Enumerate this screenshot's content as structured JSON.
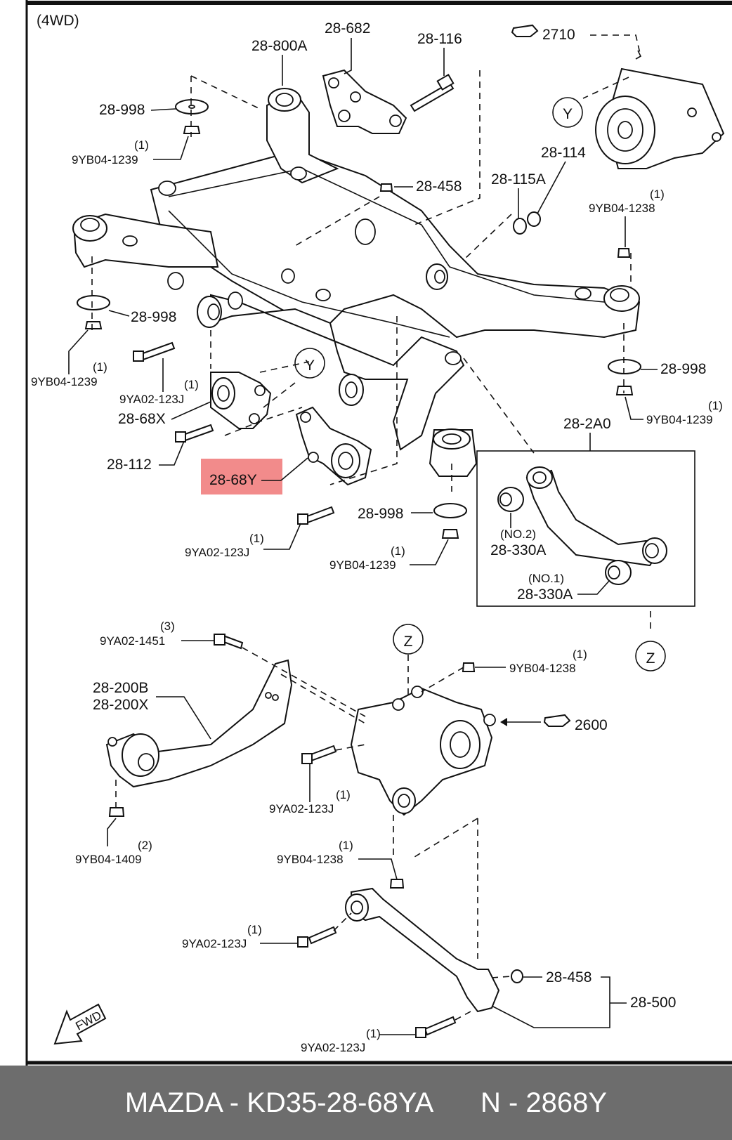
{
  "diagram": {
    "variant": "(4WD)",
    "refs": {
      "ref_2710": "2710",
      "ref_2600": "2600"
    },
    "views": {
      "y": "Y",
      "z": "Z"
    },
    "fwd": "FWD",
    "highlight_color": "#f28b8b",
    "labels": {
      "p28_800A": "28-800A",
      "p28_682": "28-682",
      "p28_116": "28-116",
      "p28_998_a": "28-998",
      "q1_a": "(1)",
      "p9YB04_1239_a": "9YB04-1239",
      "p28_458_a": "28-458",
      "p28_115A": "28-115A",
      "p28_114": "28-114",
      "q1_b": "(1)",
      "p9YB04_1238_a": "9YB04-1238",
      "p28_998_b": "28-998",
      "q1_c": "(1)",
      "p9YB04_1239_b": "9YB04-1239",
      "q1_d": "(1)",
      "p9YA02_123J_a": "9YA02-123J",
      "p28_68X": "28-68X",
      "p28_112": "28-112",
      "p28_68Y": "28-68Y",
      "p28_998_c": "28-998",
      "q1_e": "(1)",
      "p9YB04_1239_c": "9YB04-1239",
      "p28_998_d": "28-998",
      "q1_f": "(1)",
      "p9YA02_123J_b": "9YA02-123J",
      "q1_g": "(1)",
      "p9YB04_1239_d": "9YB04-1239",
      "p28_2A0": "28-2A0",
      "no2": "(NO.2)",
      "p28_330A_a": "28-330A",
      "no1": "(NO.1)",
      "p28_330A_b": "28-330A",
      "q3": "(3)",
      "p9YA02_1451": "9YA02-1451",
      "q1_h": "(1)",
      "p9YB04_1238_b": "9YB04-1238",
      "p28_200B": "28-200B",
      "p28_200X": "28-200X",
      "q2": "(2)",
      "p9YB04_1409": "9YB04-1409",
      "q1_i": "(1)",
      "p9YA02_123J_c": "9YA02-123J",
      "q1_j": "(1)",
      "p9YB04_1238_c": "9YB04-1238",
      "q1_k": "(1)",
      "p9YA02_123J_d": "9YA02-123J",
      "p28_458_b": "28-458",
      "p28_500": "28-500",
      "q1_l": "(1)",
      "p9YA02_123J_e": "9YA02-123J"
    }
  },
  "footer": {
    "brand_part": "MAZDA - KD35-28-68YA",
    "n_code": "N - 2868Y"
  }
}
